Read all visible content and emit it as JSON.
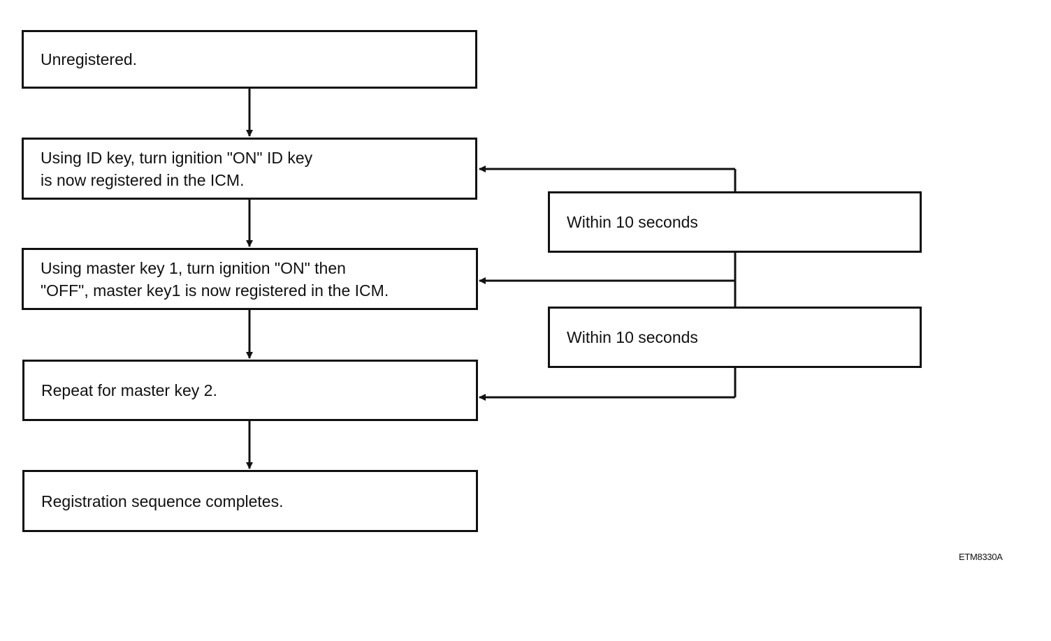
{
  "steps": [
    {
      "id": "unregistered",
      "text": "Unregistered."
    },
    {
      "id": "id-key",
      "text": "Using ID key, turn ignition \"ON\" ID key\nis now registered in the ICM."
    },
    {
      "id": "master-key-1",
      "text": "Using master key 1, turn ignition \"ON\" then\n\"OFF\", master key1 is now registered in the ICM."
    },
    {
      "id": "master-key-2",
      "text": "Repeat for master key 2."
    },
    {
      "id": "complete",
      "text": "Registration sequence completes."
    }
  ],
  "timers": [
    {
      "text": "Within 10 seconds"
    },
    {
      "text": "Within 10 seconds"
    }
  ],
  "figure_code": "ETM8330A"
}
